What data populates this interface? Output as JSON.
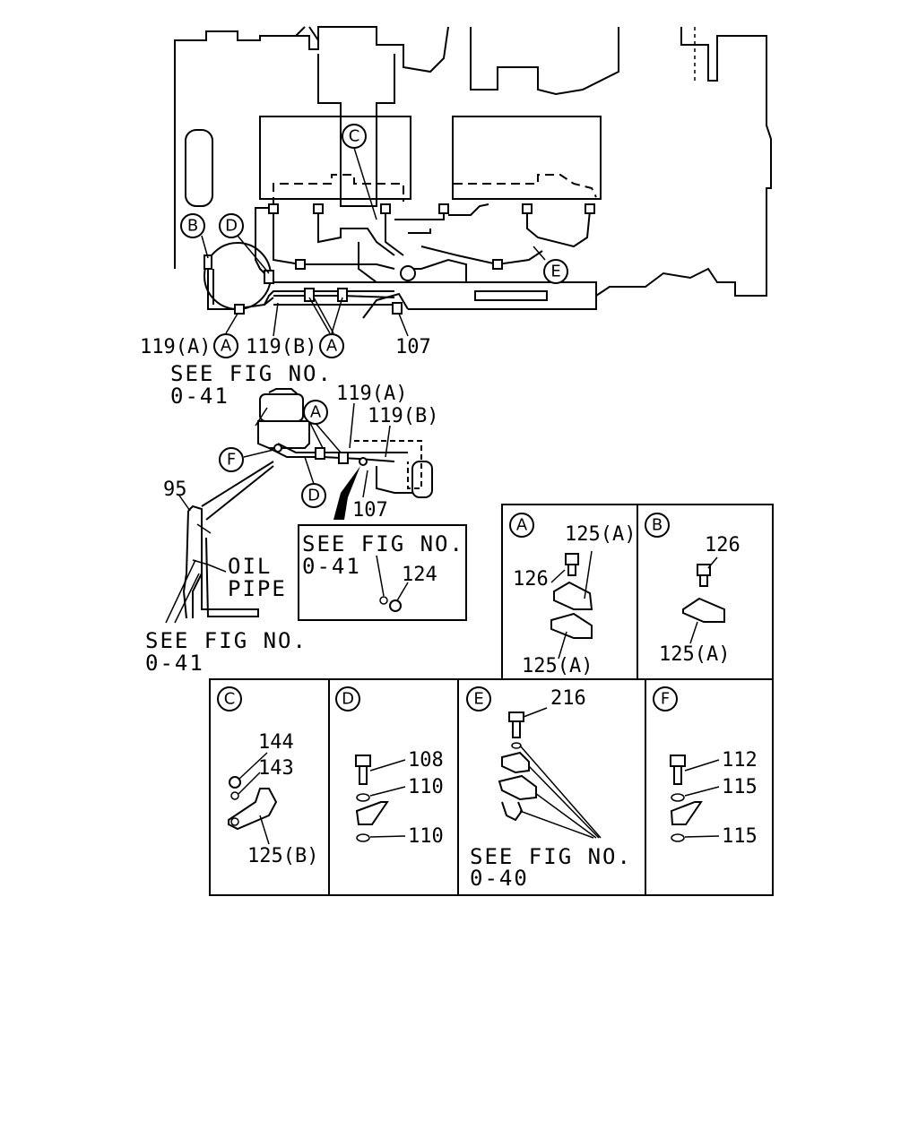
{
  "callouts": {
    "A": "A",
    "B": "B",
    "C": "C",
    "D": "D",
    "E": "E",
    "F": "F"
  },
  "main": {
    "part_119a": "119(A)",
    "part_119b": "119(B)",
    "part_107": "107"
  },
  "middle": {
    "see_fig_line1": "SEE FIG NO.",
    "see_fig_line2": "0-41",
    "part_119a": "119(A)",
    "part_119b": "119(B)",
    "part_107": "107",
    "part_95": "95",
    "oil_pipe_line1": "OIL",
    "oil_pipe_line2": "PIPE",
    "see_fig_lower_line1": "SEE FIG NO.",
    "see_fig_lower_line2": "0-41"
  },
  "inset_box": {
    "see_fig_line1": "SEE FIG NO.",
    "see_fig_line2": "0-41",
    "part_124": "124"
  },
  "detail_a": {
    "part_125a_top": "125(A)",
    "part_126": "126",
    "part_125a_bottom": "125(A)"
  },
  "detail_b": {
    "part_126": "126",
    "part_125a": "125(A)"
  },
  "detail_c": {
    "part_144": "144",
    "part_143": "143",
    "part_125b": "125(B)"
  },
  "detail_d": {
    "part_108": "108",
    "part_110_top": "110",
    "part_110_bottom": "110"
  },
  "detail_e": {
    "part_216": "216",
    "see_fig_line1": "SEE FIG NO.",
    "see_fig_line2": "0-40"
  },
  "detail_f": {
    "part_112": "112",
    "part_115_top": "115",
    "part_115_bottom": "115"
  }
}
